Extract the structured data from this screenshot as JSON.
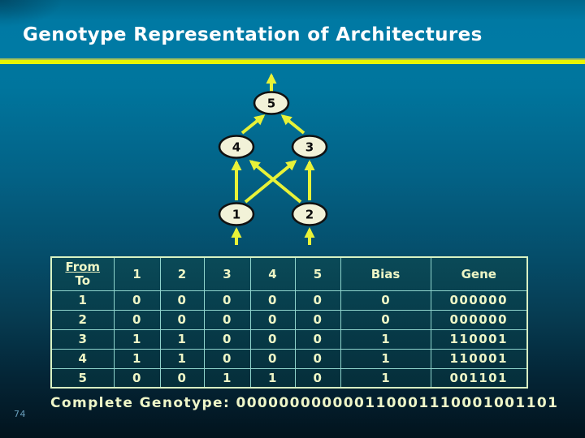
{
  "title": "Genotype Representation of Architectures",
  "page_number": "74",
  "diagram": {
    "nodes": [
      {
        "id": "5",
        "label": "5"
      },
      {
        "id": "4",
        "label": "4"
      },
      {
        "id": "3",
        "label": "3"
      },
      {
        "id": "1",
        "label": "1"
      },
      {
        "id": "2",
        "label": "2"
      }
    ],
    "edges": [
      "1->4",
      "1->3",
      "2->4",
      "2->3",
      "4->5",
      "3->5"
    ],
    "io_arrows": [
      "input->1",
      "input->2",
      "5->output"
    ],
    "node_fill": "#f2f2d8",
    "node_border": "#111111",
    "arrow_color": "#e8f238"
  },
  "table": {
    "header": {
      "from_label": "From",
      "to_label": "To",
      "cols": [
        "1",
        "2",
        "3",
        "4",
        "5",
        "Bias",
        "Gene"
      ]
    },
    "rows": [
      {
        "to": "1",
        "weights": [
          "0",
          "0",
          "0",
          "0",
          "0"
        ],
        "bias": "0",
        "gene": "000000"
      },
      {
        "to": "2",
        "weights": [
          "0",
          "0",
          "0",
          "0",
          "0"
        ],
        "bias": "0",
        "gene": "000000"
      },
      {
        "to": "3",
        "weights": [
          "1",
          "1",
          "0",
          "0",
          "0"
        ],
        "bias": "1",
        "gene": "110001"
      },
      {
        "to": "4",
        "weights": [
          "1",
          "1",
          "0",
          "0",
          "0"
        ],
        "bias": "1",
        "gene": "110001"
      },
      {
        "to": "5",
        "weights": [
          "0",
          "0",
          "1",
          "1",
          "0"
        ],
        "bias": "1",
        "gene": "001101"
      }
    ]
  },
  "genotype": {
    "label": "Complete Genotype:",
    "value": "000000000000110001110001001101"
  },
  "colors": {
    "accent_rule": "#e9f403",
    "title_bar": "#0079a3",
    "background_top": "#0079a5",
    "background_bottom": "#021019",
    "table_text": "#eef6c6",
    "table_grid": "#8fd4cc",
    "table_border": "#d9f3c3"
  }
}
